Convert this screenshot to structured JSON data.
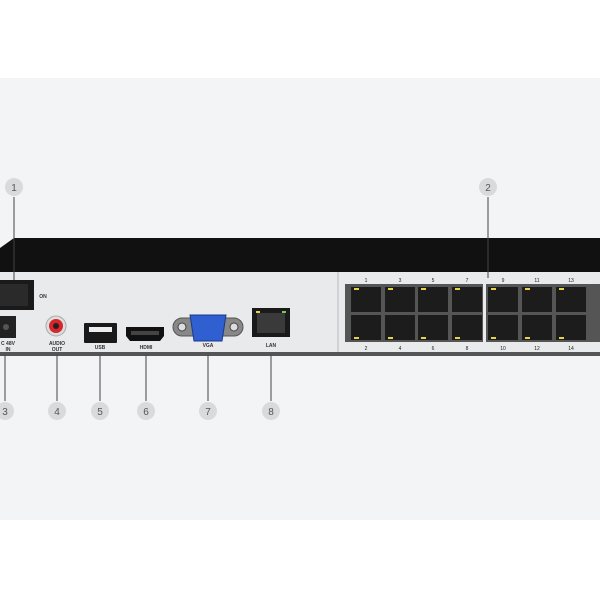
{
  "callouts": [
    {
      "number": "1",
      "target": "power-switch"
    },
    {
      "number": "2",
      "target": "poe-ports"
    },
    {
      "number": "3",
      "target": "dc-power-input"
    },
    {
      "number": "4",
      "target": "audio-out"
    },
    {
      "number": "5",
      "target": "usb"
    },
    {
      "number": "6",
      "target": "hdmi"
    },
    {
      "number": "7",
      "target": "vga"
    },
    {
      "number": "8",
      "target": "lan"
    }
  ],
  "labels": {
    "switch_on": "ON",
    "dc_in_line1": "C 48V",
    "dc_in_line2": "IN",
    "audio_line1": "AUDIO",
    "audio_line2": "OUT",
    "usb": "USB",
    "hdmi": "HDMI",
    "vga": "VGA",
    "lan": "LAN"
  },
  "ports": {
    "top": [
      "1",
      "3",
      "5",
      "7",
      "9",
      "11",
      "13"
    ],
    "bottom": [
      "2",
      "4",
      "6",
      "8",
      "10",
      "12",
      "14"
    ]
  },
  "colors": {
    "background": "#f3f4f6",
    "chassis": "#111111",
    "panel": "#e9eaec",
    "vga": "#2f5fd0",
    "audio": "#d8262b",
    "led": "#e6d34a"
  }
}
